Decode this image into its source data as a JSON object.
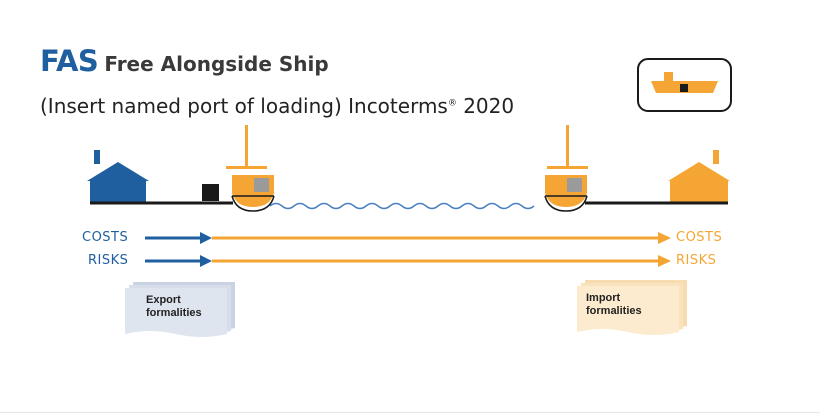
{
  "header": {
    "abbreviation": "FAS",
    "full_name": "Free Alongside Ship",
    "subtitle_main": "(Insert named port of loading) Incoterms",
    "subtitle_mark": "®",
    "subtitle_year": "2020"
  },
  "flows": {
    "seller_costs": "COSTS",
    "seller_risks": "RISKS",
    "buyer_costs": "COSTS",
    "buyer_risks": "RISKS"
  },
  "formalities": {
    "export_line1": "Export",
    "export_line2": "formalities",
    "import_line1": "Import",
    "import_line2": "formalities"
  },
  "icons": {
    "badge": "ship-badge-icon",
    "seller_building": "warehouse-icon",
    "buyer_building": "warehouse-icon",
    "cargo": "cargo-box-icon",
    "ship": "ship-icon",
    "water": "water-wave-icon"
  },
  "colors": {
    "seller": "#1f5fa0",
    "buyer": "#f4a533",
    "ink": "#1a1a1a",
    "export_doc": "#d7deea",
    "import_doc": "#fbe8c8"
  }
}
